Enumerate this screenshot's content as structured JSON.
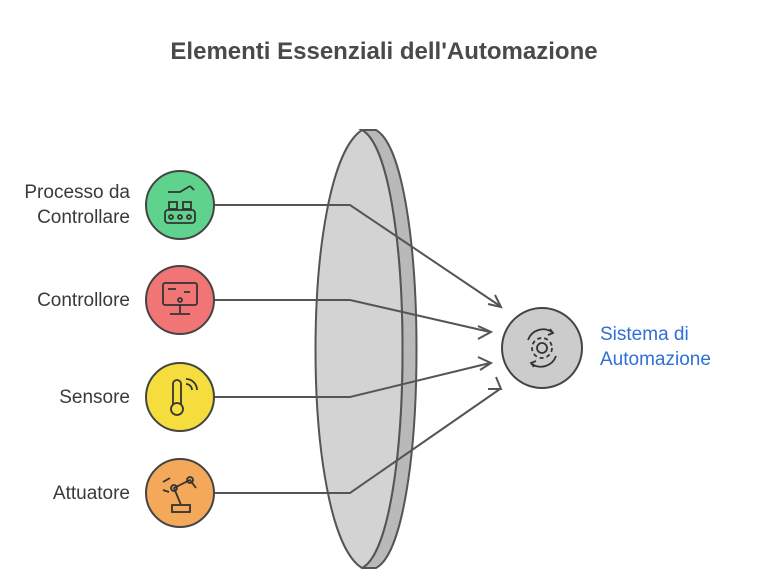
{
  "title": "Elementi Essenziali dell'Automazione",
  "inputs": [
    {
      "label": "Processo da\nControllare",
      "color": "#5fd38d",
      "icon": "conveyor-robot-icon"
    },
    {
      "label": "Controllore",
      "color": "#f17575",
      "icon": "control-panel-icon"
    },
    {
      "label": "Sensore",
      "color": "#f5dd3d",
      "icon": "thermometer-sensor-icon"
    },
    {
      "label": "Attuatore",
      "color": "#f3a85a",
      "icon": "robotic-arm-icon"
    }
  ],
  "output": {
    "label": "Sistema di\nAutomazione",
    "color": "#cccccc",
    "icon": "gear-cycle-icon"
  }
}
